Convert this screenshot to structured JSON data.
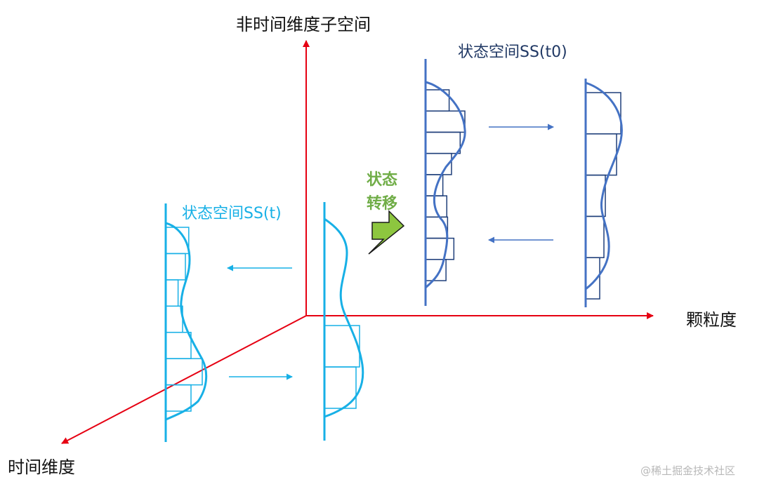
{
  "axes": {
    "vertical_label": "非时间维度子空间",
    "horizontal_label": "颗粒度",
    "depth_label": "时间维度"
  },
  "state_space_t0": {
    "label": "状态空间SS(t0)"
  },
  "state_space_t": {
    "label": "状态空间SS(t)"
  },
  "transition": {
    "line1": "状态",
    "line2": "转移"
  },
  "watermark": "@稀土掘金技术社区",
  "colors": {
    "axis": "#e60012",
    "t0_fill": "#1f3f7a",
    "t0_curve": "#4472c4",
    "t_color": "#17b0e6",
    "transition": "#70ad47",
    "t0_label": "#203864",
    "t_label": "#17b0e6"
  },
  "histograms": {
    "t0_left": [
      0.3,
      0.5,
      0.44,
      0.33,
      0.22,
      0.27,
      0.28,
      0.36,
      0.26
    ],
    "t0_right": [
      0.5,
      0.44,
      0.28,
      0.26,
      0.2
    ],
    "t_left": [
      0.41,
      0.35,
      0.22,
      0.3,
      0.45,
      0.65,
      0.45
    ],
    "t_right": [
      0.5,
      0.45
    ]
  }
}
